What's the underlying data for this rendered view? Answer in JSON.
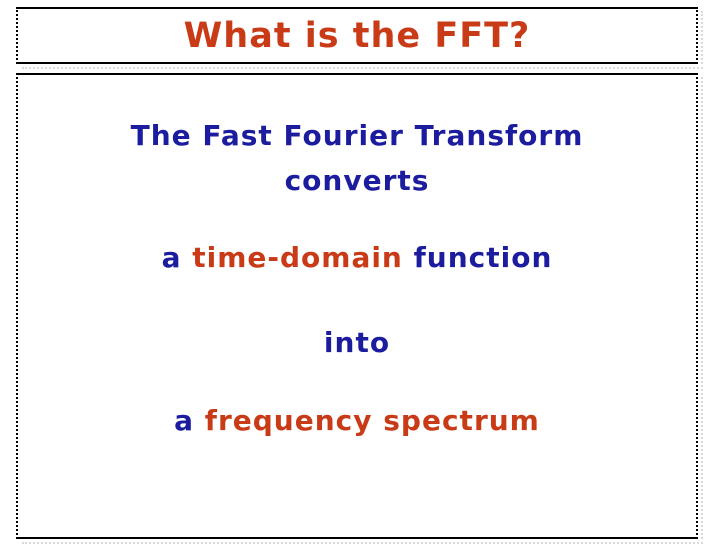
{
  "slide": {
    "title_box": {
      "title": "What is the FFT?"
    },
    "body_box": {
      "line1": "The Fast Fourier Transform",
      "line2": "converts",
      "line3": {
        "prefix": "a",
        "highlight": "time-domain",
        "suffix": "function"
      },
      "line4": "into",
      "line5": {
        "prefix": "a",
        "highlight": "frequency spectrum"
      }
    },
    "colors": {
      "title_red": "#c93a17",
      "body_blue": "#1c1c9e",
      "highlight_red": "#c93a17",
      "border_black": "#000000",
      "shadow_gray": "#d9d9d9"
    }
  }
}
